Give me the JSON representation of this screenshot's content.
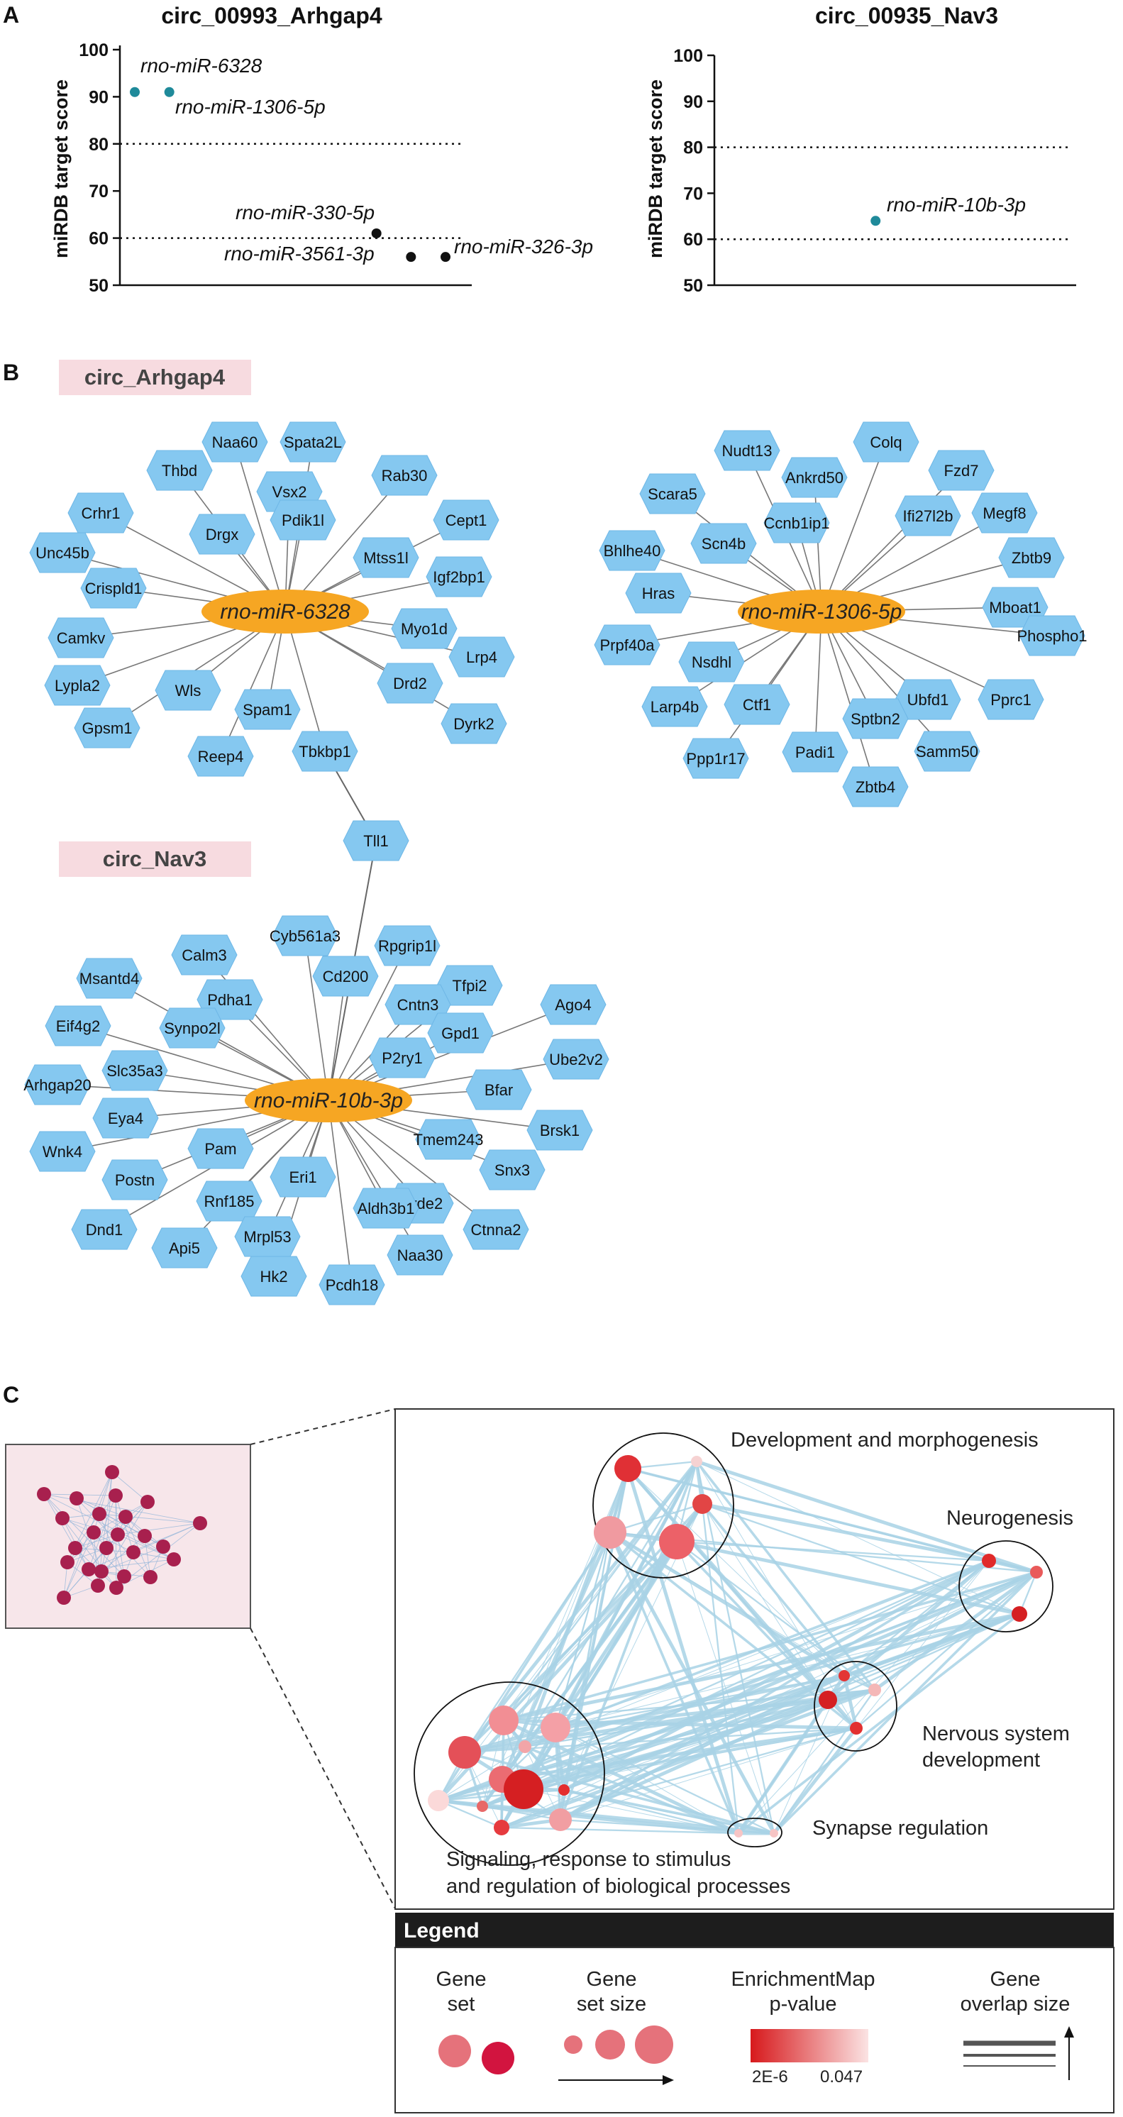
{
  "panels": {
    "a": "A",
    "b": "B",
    "c": "C"
  },
  "chart_data": [
    {
      "type": "scatter",
      "title": "circ_00993_Arhgap4",
      "xlabel": "",
      "ylabel": "miRDB target score",
      "ylim": [
        50,
        100
      ],
      "yticks": [
        "100",
        "90",
        "80",
        "70",
        "60",
        "50"
      ],
      "thresholds": [
        80,
        60
      ],
      "points": [
        {
          "label": "rno-miR-6328",
          "x": 1,
          "y": 91,
          "color": "#1f8a9a"
        },
        {
          "label": "rno-miR-1306-5p",
          "x": 2,
          "y": 91,
          "color": "#1f8a9a"
        },
        {
          "label": "rno-miR-330-5p",
          "x": 8,
          "y": 61,
          "color": "#111111"
        },
        {
          "label": "rno-miR-3561-3p",
          "x": 9,
          "y": 56,
          "color": "#111111"
        },
        {
          "label": "rno-miR-326-3p",
          "x": 10,
          "y": 56,
          "color": "#111111"
        }
      ]
    },
    {
      "type": "scatter",
      "title": "circ_00935_Nav3",
      "xlabel": "",
      "ylabel": "miRDB target score",
      "ylim": [
        50,
        100
      ],
      "yticks": [
        "100",
        "90",
        "80",
        "70",
        "60",
        "50"
      ],
      "thresholds": [
        80,
        60
      ],
      "points": [
        {
          "label": "rno-miR-10b-3p",
          "x": 5,
          "y": 64,
          "color": "#1f8a9a"
        }
      ]
    }
  ],
  "network": {
    "circ_labels": [
      "circ_Arhgap4",
      "circ_Nav3"
    ],
    "shared_gene": "Tll1",
    "hubs": [
      {
        "name": "rno-miR-6328",
        "genes": [
          "Naa60",
          "Spata2L",
          "Thbd",
          "Vsx2",
          "Rab30",
          "Crhr1",
          "Drgx",
          "Pdik1l",
          "Cept1",
          "Unc45b",
          "Mtss1l",
          "Igf2bp1",
          "Crispld1",
          "Camkv",
          "Myo1d",
          "Lrp4",
          "Lypla2",
          "Wls",
          "Drd2",
          "Gpsm1",
          "Spam1",
          "Dyrk2",
          "Reep4",
          "Tbkbp1"
        ]
      },
      {
        "name": "rno-miR-1306-5p",
        "genes": [
          "Nudt13",
          "Colq",
          "Fzd7",
          "Scara5",
          "Ankrd50",
          "Ccnb1ip1",
          "Ifi27l2b",
          "Megf8",
          "Bhlhe40",
          "Scn4b",
          "Zbtb9",
          "Hras",
          "Mboat1",
          "Phospho1",
          "Prpf40a",
          "Nsdhl",
          "Ubfd1",
          "Larp4b",
          "Ctf1",
          "Pprc1",
          "Sptbn2",
          "Ppp1r17",
          "Padi1",
          "Samm50",
          "Zbtb4"
        ]
      },
      {
        "name": "rno-miR-10b-3p",
        "genes": [
          "Cyb561a3",
          "Calm3",
          "Rpgrip1l",
          "Msantd4",
          "Cd200",
          "Tfpi2",
          "Pdha1",
          "Cntn3",
          "Ago4",
          "Eif4g2",
          "Synpo2l",
          "Gpd1",
          "P2ry1",
          "Ube2v2",
          "Slc35a3",
          "Arhgap20",
          "Bfar",
          "Eya4",
          "Brsk1",
          "Tmem243",
          "Wnk4",
          "Pam",
          "Snx3",
          "Postn",
          "Eri1",
          "Syde2",
          "Rnf185",
          "Dnd1",
          "Aldh3b1",
          "Ctnna2",
          "Mrpl53",
          "Api5",
          "Naa30",
          "Hk2",
          "Pcdh18"
        ]
      }
    ]
  },
  "enrichment": {
    "clusters": [
      {
        "label": "Development and morphogenesis"
      },
      {
        "label": "Neurogenesis"
      },
      {
        "label": "Nervous system"
      },
      {
        "label": "development"
      },
      {
        "label": "Synapse regulation"
      },
      {
        "label": "Signaling, response to stimulus"
      },
      {
        "label": "and regulation of biological processes"
      }
    ],
    "legend": {
      "title": "Legend",
      "gene_set": [
        "Gene",
        "set"
      ],
      "gene_set_size": [
        "Gene",
        "set size"
      ],
      "pvalue": [
        "EnrichmentMap",
        "p-value"
      ],
      "pvalue_min": "2E-6",
      "pvalue_max": "0.047",
      "overlap": [
        "Gene",
        "overlap size"
      ],
      "colors": {
        "strong": "#d7191c",
        "weak": "#fbe3e3",
        "node": "#e9747a",
        "edge": "#a9d3e6"
      }
    }
  }
}
